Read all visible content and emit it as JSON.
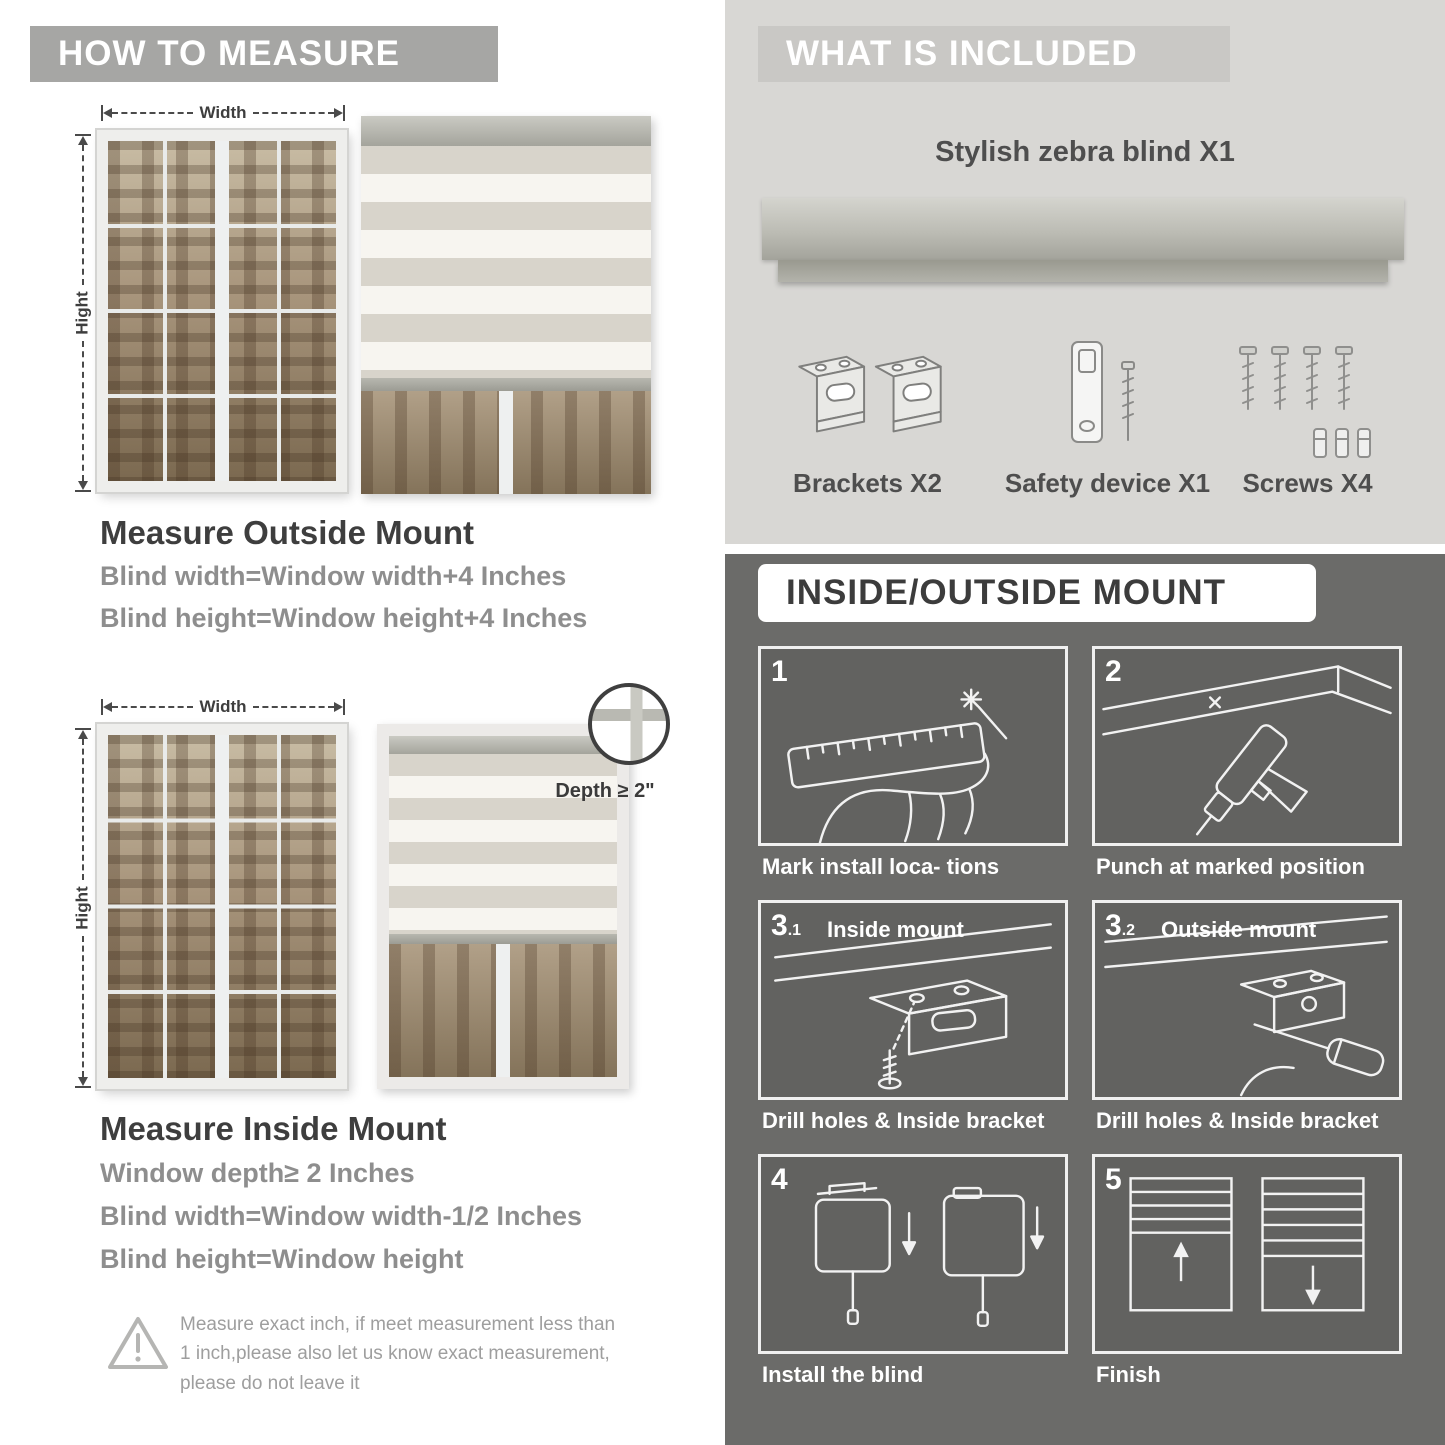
{
  "left": {
    "header": "HOW TO MEASURE",
    "dim": {
      "width": "Width",
      "height": "Hight"
    },
    "outside": {
      "title": "Measure Outside Mount",
      "line1": "Blind width=Window width+4 Inches",
      "line2": "Blind height=Window height+4 Inches"
    },
    "inside": {
      "title": "Measure Inside Mount",
      "depth_callout": "Depth ≥ 2\"",
      "line1": "Window depth≥ 2 Inches",
      "line2": "Blind width=Window width-1/2 Inches",
      "line3": "Blind height=Window height"
    },
    "warning": "Measure exact inch, if meet measurement less than 1 inch,please also let us know exact measurement, please do not leave it"
  },
  "included": {
    "header": "WHAT IS INCLUDED",
    "blind_label": "Stylish zebra blind X1",
    "parts": [
      {
        "label": "Brackets X2"
      },
      {
        "label": "Safety device X1"
      },
      {
        "label": "Screws X4"
      }
    ]
  },
  "mount": {
    "header": "INSIDE/OUTSIDE MOUNT",
    "steps": [
      {
        "num": "1",
        "sub": "",
        "title": "",
        "caption": "Mark install loca- tions"
      },
      {
        "num": "2",
        "sub": "",
        "title": "",
        "caption": "Punch at marked position"
      },
      {
        "num": "3",
        "sub": ".1",
        "title": "Inside mount",
        "caption": "Drill holes & Inside bracket"
      },
      {
        "num": "3",
        "sub": ".2",
        "title": "Outside mount",
        "caption": "Drill holes & Inside bracket"
      },
      {
        "num": "4",
        "sub": "",
        "title": "",
        "caption": "Install the blind"
      },
      {
        "num": "5",
        "sub": "",
        "title": "",
        "caption": "Finish"
      }
    ]
  }
}
